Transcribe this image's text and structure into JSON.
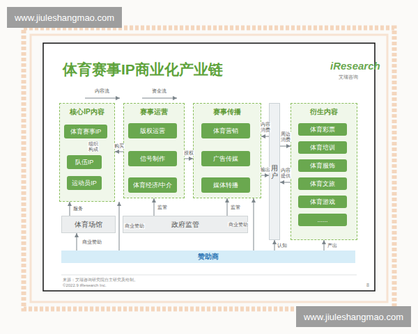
{
  "diagram": {
    "title": "体育赛事IP商业化产业链",
    "nodes": [
      {
        "text": [
          "核心IP内容"
        ]
      },
      {
        "text": [
          "体育赛事IP"
        ],
        "in": 0
      },
      {
        "text": [
          "队伍IP"
        ],
        "in": 0
      },
      {
        "text": [
          "运动员IP"
        ],
        "in": 0
      },
      {
        "text": [
          "赛事运营"
        ]
      },
      {
        "text": [
          "版权运营"
        ],
        "in": 4
      },
      {
        "text": [
          "信号制作"
        ],
        "in": 4
      },
      {
        "text": [
          "体育经济/中介"
        ],
        "in": 4
      },
      {
        "text": [
          "赛事传播"
        ]
      },
      {
        "text": [
          "体育营销"
        ],
        "in": 8
      },
      {
        "text": [
          "广告传媒"
        ],
        "in": 8
      },
      {
        "text": [
          "媒体转播"
        ],
        "in": 8
      },
      {
        "text": [
          "用户"
        ]
      },
      {
        "text": [
          "衍生内容"
        ]
      },
      {
        "text": [
          "体育彩票"
        ],
        "in": 13
      },
      {
        "text": [
          "体育培训"
        ],
        "in": 13
      },
      {
        "text": [
          "体育服饰"
        ],
        "in": 13
      },
      {
        "text": [
          "体育文旅"
        ],
        "in": 13
      },
      {
        "text": [
          "体育游戏"
        ],
        "in": 13
      },
      {
        "text": [
          "......"
        ],
        "in": 13
      },
      {
        "text": [
          "体育场馆"
        ]
      },
      {
        "text": [
          "政府监管"
        ]
      },
      {
        "text": [
          "赞助商"
        ]
      }
    ],
    "edges": [
      {
        "from": 1,
        "to": 2,
        "label": "组织构成",
        "arrow": "to"
      },
      {
        "from": 4,
        "to": 0,
        "label": "购买",
        "arrow": "to"
      },
      {
        "from": 4,
        "to": 8,
        "label": "授权",
        "arrow": "to"
      },
      {
        "from": 12,
        "to": 8,
        "label": "内容消费",
        "arrow": "to"
      },
      {
        "from": 8,
        "to": 12,
        "label": "输出",
        "arrow": "to"
      },
      {
        "from": 12,
        "to": 13,
        "label": "周边消费",
        "arrow": "to"
      },
      {
        "from": 13,
        "to": 12,
        "label": "内容提供",
        "arrow": "to"
      },
      {
        "from": 20,
        "to": 0,
        "label": "服务",
        "arrow": "to"
      },
      {
        "from": 21,
        "to": 4,
        "label": "监管",
        "arrow": "to"
      },
      {
        "from": 21,
        "to": 8,
        "label": "监管",
        "arrow": "to"
      },
      {
        "from": 22,
        "to": 20,
        "label": "商业赞助",
        "arrow": "to"
      },
      {
        "from": 22,
        "to": 0,
        "label": "商业赞助",
        "arrow": "to"
      },
      {
        "from": 22,
        "to": 8,
        "label": "商业赞助",
        "arrow": "to"
      },
      {
        "from": 22,
        "to": 12,
        "label": "认知",
        "arrow": "to"
      },
      {
        "from": 22,
        "to": 13,
        "label": "产出",
        "arrow": "to"
      }
    ],
    "labels": [
      "www.jiuleshangmao.com",
      "www.jiuleshangmao.com",
      "iResearch",
      "艾瑞咨询",
      "来源：艾瑞咨询研究院自主研究及绘制。",
      "©2022.9 iResearch Inc.",
      "8"
    ],
    "legend": [
      {
        "text": "内容流"
      },
      {
        "text": "资金流"
      }
    ]
  }
}
